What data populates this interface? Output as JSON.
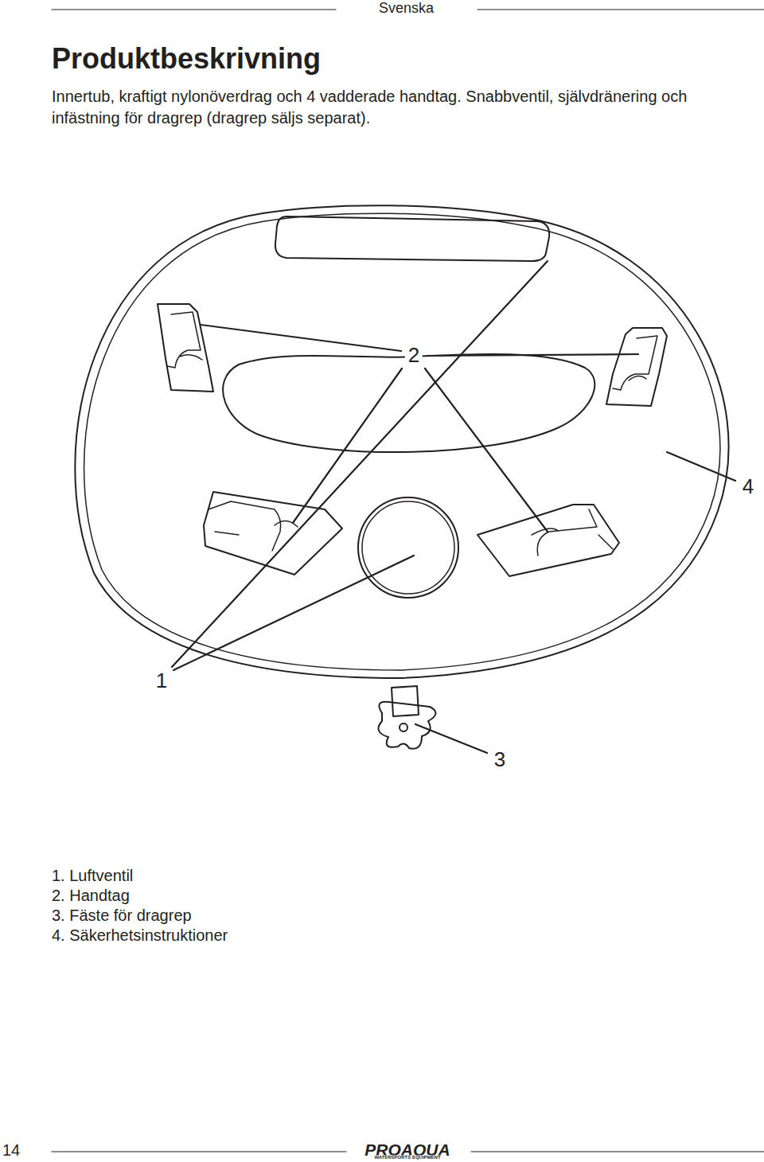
{
  "diagram": {
    "title": "Produktbeskrivning",
    "labels": [
      "Svenska",
      "Innertub, kraftigt nylonöverdrag och 4 vadderade handtag. Snabbventil, självdränering och infästning för dragrep (dragrep säljs separat).",
      "2",
      "4",
      "1",
      "3",
      "1. Luftventil",
      "2. Handtag",
      "3. Fäste för dragrep",
      "4. Säkerhetsinstruktioner",
      "14",
      "PROAQUA",
      "WATERSPORTS EQUIPMENT"
    ]
  }
}
